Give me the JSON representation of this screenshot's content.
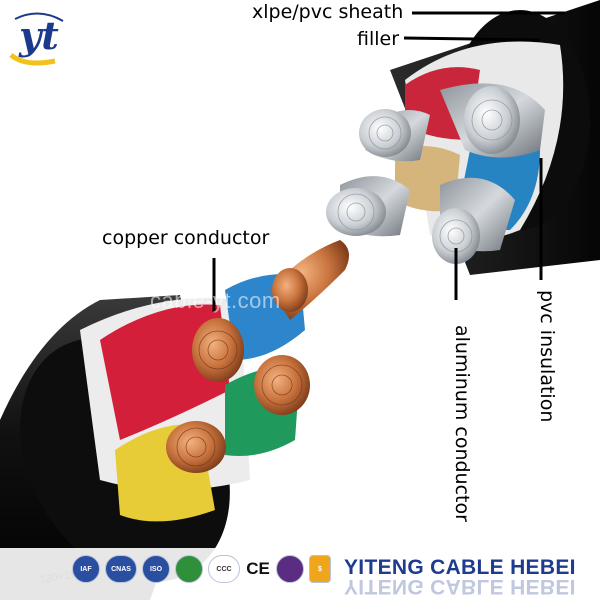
{
  "image": {
    "labels": {
      "sheath": "xlpe/pvc sheath",
      "filler": "filler",
      "copper": "copper conductor",
      "pvc": "pvc insulation",
      "aluminum": "aluminum conductor"
    },
    "watermark": "cable-yt.com",
    "logo_text": "yt",
    "brand": "YITENG CABLE HEBEI",
    "brand_reflection": "YITENG CABLE HEBEI",
    "cable_print": "120+1X",
    "certifications": [
      "IAF",
      "CNAS",
      "ISO",
      "CCC",
      "CE"
    ]
  },
  "colors": {
    "outer_sheath": "#141414",
    "red_insulation": "#d6203a",
    "blue_insulation": "#2e86c9",
    "green_insulation": "#1f9a5c",
    "yellow_insulation": "#e6c93a",
    "copper": "#c8733e",
    "aluminum": "#b9bec4",
    "brand": "#1f3b8f"
  }
}
